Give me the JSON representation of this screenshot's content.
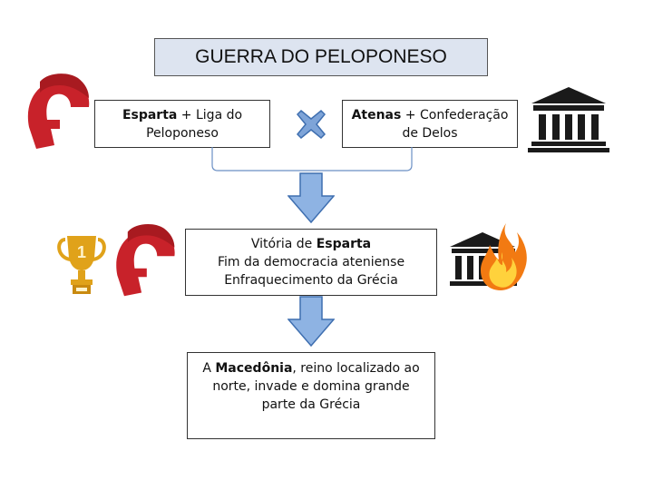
{
  "title": "GUERRA DO PELOPONESO",
  "left_box": {
    "bold": "Esparta",
    "rest_line1": " + Liga do",
    "line2": "Peloponeso"
  },
  "right_box": {
    "bold": "Atenas",
    "rest_line1": " + Confederação",
    "line2": "de Delos"
  },
  "result_box": {
    "line1_pre": "Vitória de ",
    "line1_bold": "Esparta",
    "line2": "Fim da democracia ateniense",
    "line3": "Enfraquecimento da Grécia"
  },
  "final_box": {
    "line1_pre": "A ",
    "line1_bold": "Macedônia",
    "line1_post": ", reino localizado ao",
    "line2": "norte, invade e domina grande",
    "line3": "parte da Grécia"
  },
  "trophy_number": "1",
  "colors": {
    "spartan_red": "#c8222a",
    "arrow_blue": "#8eb3e3",
    "arrow_border": "#3f6fb0",
    "cross_blue": "#7ea4d8",
    "title_bg": "#dde4f0",
    "trophy_gold": "#e0a21a",
    "fire_orange": "#f27a12",
    "temple_black": "#1a1a1a"
  },
  "icons": [
    "spartan-helmet-icon",
    "cross-icon",
    "greek-temple-icon",
    "trophy-icon",
    "burning-temple-icon",
    "down-arrow-icon"
  ]
}
